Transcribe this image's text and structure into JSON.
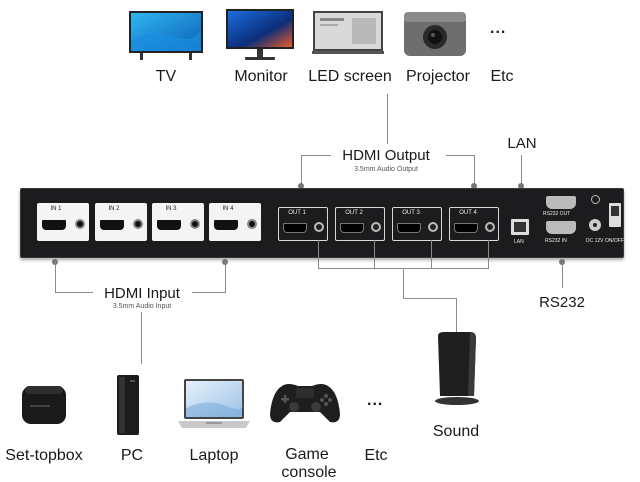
{
  "outputs": {
    "devices": [
      {
        "label": "TV",
        "icon": "tv-icon"
      },
      {
        "label": "Monitor",
        "icon": "monitor-icon"
      },
      {
        "label": "LED screen",
        "icon": "led-screen-icon"
      },
      {
        "label": "Projector",
        "icon": "projector-icon"
      },
      {
        "label": "Etc",
        "icon": "ellipsis-icon"
      }
    ],
    "ellipsis": "..."
  },
  "hdmi_output": {
    "title": "HDMI Output",
    "subtitle": "3.5mm Audio Output"
  },
  "hdmi_input": {
    "title": "HDMI Input",
    "subtitle": "3.5mm Audio Input"
  },
  "lan": {
    "label": "LAN"
  },
  "rs232": {
    "label": "RS232"
  },
  "sound": {
    "label": "Sound",
    "icon": "speaker-icon"
  },
  "panel": {
    "inputs": [
      "IN 1",
      "IN 2",
      "IN 3",
      "IN 4"
    ],
    "outputs": [
      "OUT 1",
      "OUT 2",
      "OUT 3",
      "OUT 4"
    ],
    "lan_port": "LAN",
    "rs232_out": "RS232 OUT",
    "rs232_in": "RS232 IN",
    "dc": "DC 12V",
    "power": "ON/OFF"
  },
  "sources": {
    "devices": [
      {
        "label": "Set-topbox",
        "icon": "set-top-box-icon"
      },
      {
        "label": "PC",
        "icon": "pc-tower-icon"
      },
      {
        "label": "Laptop",
        "icon": "laptop-icon"
      },
      {
        "label": "Game",
        "label2": "console",
        "icon": "gamepad-icon"
      },
      {
        "label": "Etc",
        "icon": "ellipsis-icon"
      }
    ],
    "ellipsis": "..."
  },
  "colors": {
    "panel": "#1c1c1e",
    "connector": "#8a8a8a",
    "text": "#1a1a1a"
  }
}
